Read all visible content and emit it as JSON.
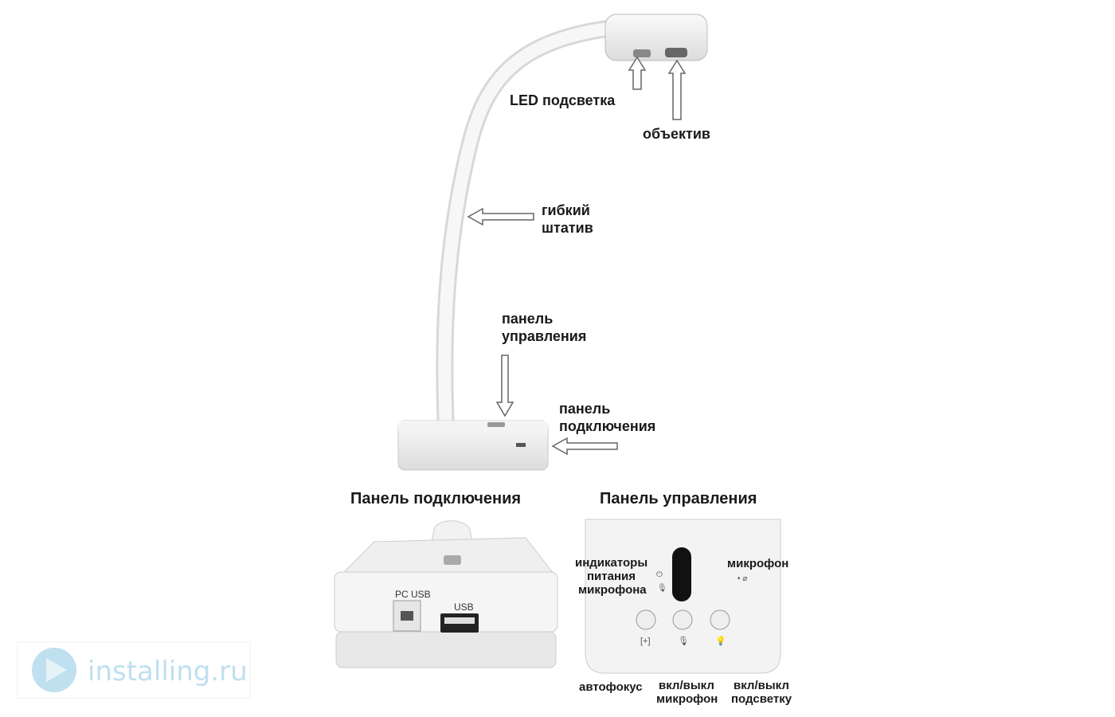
{
  "callouts": {
    "led": "LED подсветка",
    "lens": "объектив",
    "stand_1": "гибкий",
    "stand_2": "штатив",
    "control_1": "панель",
    "control_2": "управления",
    "connect_1": "панель",
    "connect_2": "подключения"
  },
  "connection_panel": {
    "title": "Панель подключения",
    "port_pc_usb": "PC USB",
    "port_usb": "USB"
  },
  "control_panel": {
    "title": "Панель управления",
    "indicators_1": "индикаторы",
    "indicators_2": "питания",
    "indicators_3": "микрофона",
    "microphone": "микрофон",
    "autofocus": "автофокус",
    "mic_toggle_1": "вкл/выкл",
    "mic_toggle_2": "микрофон",
    "light_toggle_1": "вкл/выкл",
    "light_toggle_2": "подсветку"
  },
  "watermark": {
    "text": "installing.ru",
    "color": "#bfe0ef"
  }
}
